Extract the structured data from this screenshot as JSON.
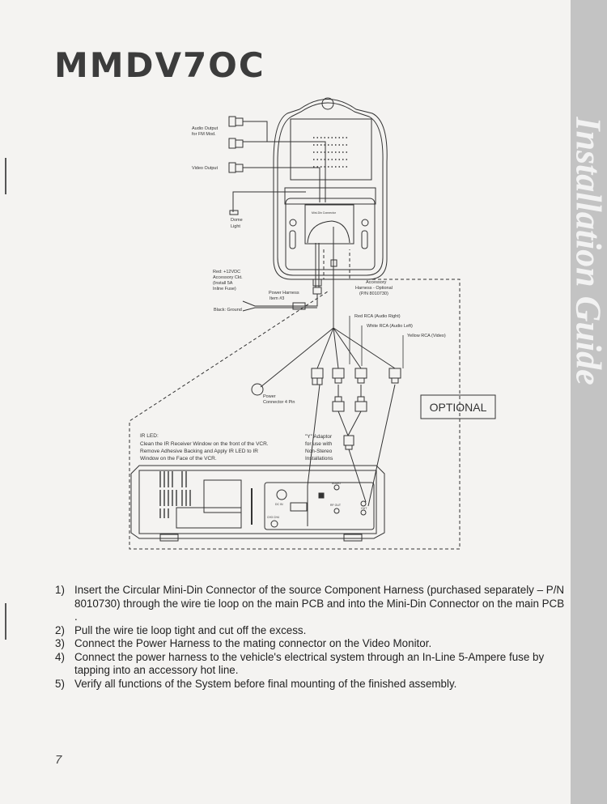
{
  "title": "MMDV7OC",
  "side_banner": "Installation Guide",
  "diagram": {
    "audio_output": [
      "Audio Output",
      "for FM Mod."
    ],
    "video_output": "Video Output",
    "dome_light": [
      "Dome",
      "Light"
    ],
    "mini_din": "Mini-Din Connector",
    "red_power": [
      "Red: +12VDC",
      "Accessory Ckt.",
      "(Install 5A",
      "Inline Fuse)"
    ],
    "power_harness": [
      "Power Harness",
      "Item #3"
    ],
    "black_ground": "Black: Ground",
    "accessory_harness": [
      "Accessory",
      "Harness - Optional",
      "(P/N 8010730)"
    ],
    "red_rca": "Red RCA (Audio Right)",
    "white_rca": "White RCA (Audio Left)",
    "yellow_rca": "Yellow RCA (Video)",
    "power_connector": [
      "Power",
      "Connector 4 Pin"
    ],
    "optional": "OPTIONAL",
    "ir_led": [
      "IR LED:",
      "Clean the IR Receiver Window on the front of the VCR.",
      "Remove Adhesive Backing and Apply IR LED to IR",
      "Window on the Face of the VCR."
    ],
    "y_adaptor": [
      "\"Y\" Adaptor",
      "for use with",
      "Non-Stereo",
      "Installations"
    ],
    "vcr": {
      "audio": "AUDIO",
      "rf_out": "RF OUT",
      "dc_in": "DC IN",
      "ch": "CH3 CH4",
      "out": "OUT"
    }
  },
  "steps": [
    {
      "num": "1)",
      "text": "Insert the Circular Mini-Din Connector of the source Component Harness (purchased separately – P/N 8010730)  through the wire tie loop on the main PCB and into the Mini-Din Connector on the main PCB ."
    },
    {
      "num": "2)",
      "text": "Pull the wire tie loop tight and cut off the excess."
    },
    {
      "num": "3)",
      "text": "Connect the Power Harness to the mating connector on the Video Monitor."
    },
    {
      "num": "4)",
      "text": "Connect the power harness to the vehicle's electrical system through an In-Line 5-Ampere fuse by tapping into an accessory hot line."
    },
    {
      "num": "5)",
      "text": "Verify all functions of the System before final mounting of the finished assembly."
    }
  ],
  "page_number": "7"
}
